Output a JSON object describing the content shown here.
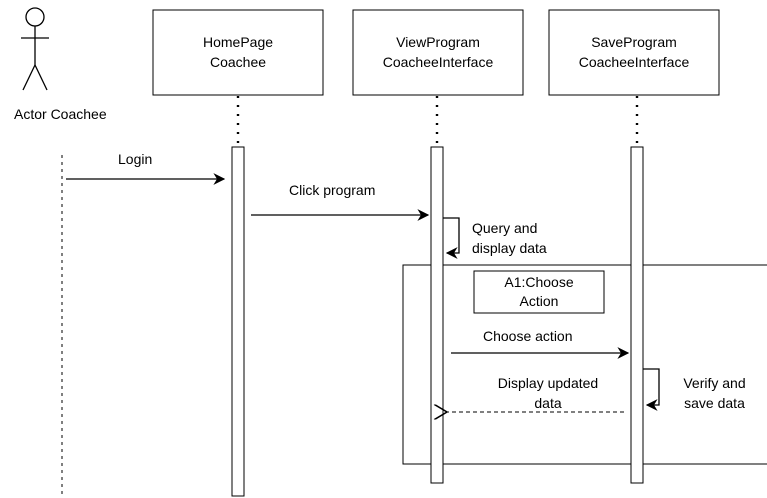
{
  "actor": {
    "label": "Actor Coachee"
  },
  "lifelines": [
    {
      "line1": "HomePage",
      "line2": "Coachee"
    },
    {
      "line1": "ViewProgram",
      "line2": "CoacheeInterface"
    },
    {
      "line1": "SaveProgram",
      "line2": "CoacheeInterface"
    }
  ],
  "messages": {
    "login": "Login",
    "click_program": "Click program",
    "query_1": "Query and",
    "query_2": "display data",
    "choose_action": "Choose action",
    "display_1": "Display updated",
    "display_2": "data",
    "verify_1": "Verify and",
    "verify_2": "save data"
  },
  "fragment": {
    "line1": "A1:Choose",
    "line2": "Action"
  }
}
